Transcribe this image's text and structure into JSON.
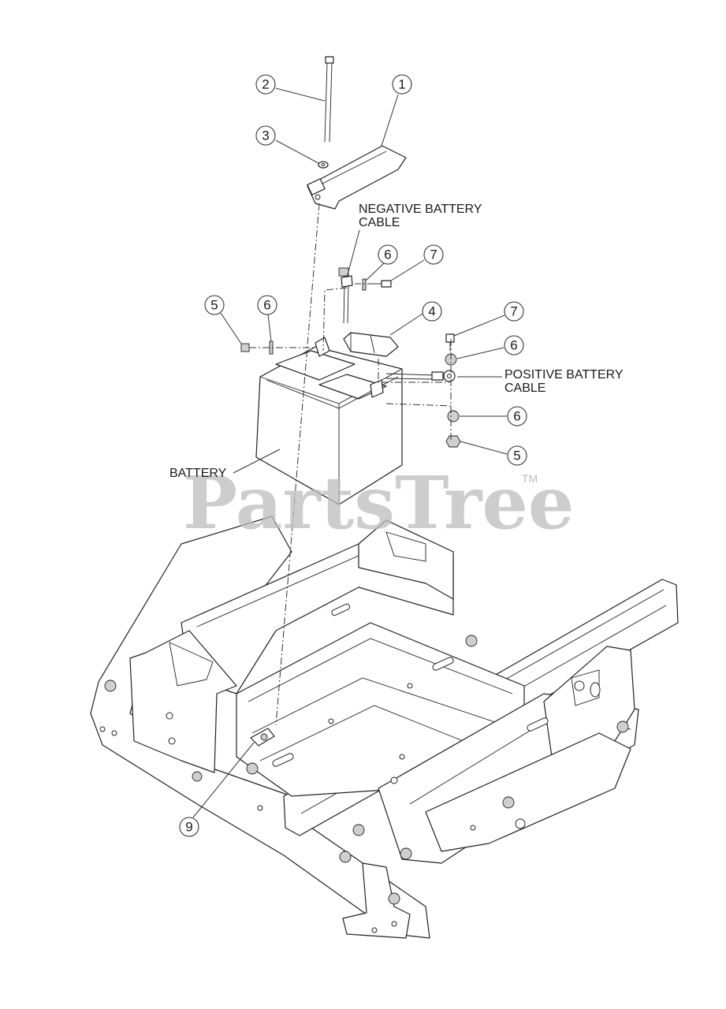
{
  "callouts": [
    {
      "id": "c1",
      "number": "1"
    },
    {
      "id": "c2",
      "number": "2"
    },
    {
      "id": "c3",
      "number": "3"
    },
    {
      "id": "c4",
      "number": "4"
    },
    {
      "id": "c5a",
      "number": "5"
    },
    {
      "id": "c5b",
      "number": "5"
    },
    {
      "id": "c6a",
      "number": "6"
    },
    {
      "id": "c6b",
      "number": "6"
    },
    {
      "id": "c6c",
      "number": "6"
    },
    {
      "id": "c6d",
      "number": "6"
    },
    {
      "id": "c7a",
      "number": "7"
    },
    {
      "id": "c7b",
      "number": "7"
    },
    {
      "id": "c9",
      "number": "9"
    }
  ],
  "labels": {
    "negative_cable_line1": "NEGATIVE BATTERY",
    "negative_cable_line2": "CABLE",
    "positive_cable_line1": "POSITIVE BATTERY",
    "positive_cable_line2": "CABLE",
    "battery": "BATTERY"
  },
  "watermark": {
    "text": "PartsTree",
    "trademark": "TM"
  }
}
